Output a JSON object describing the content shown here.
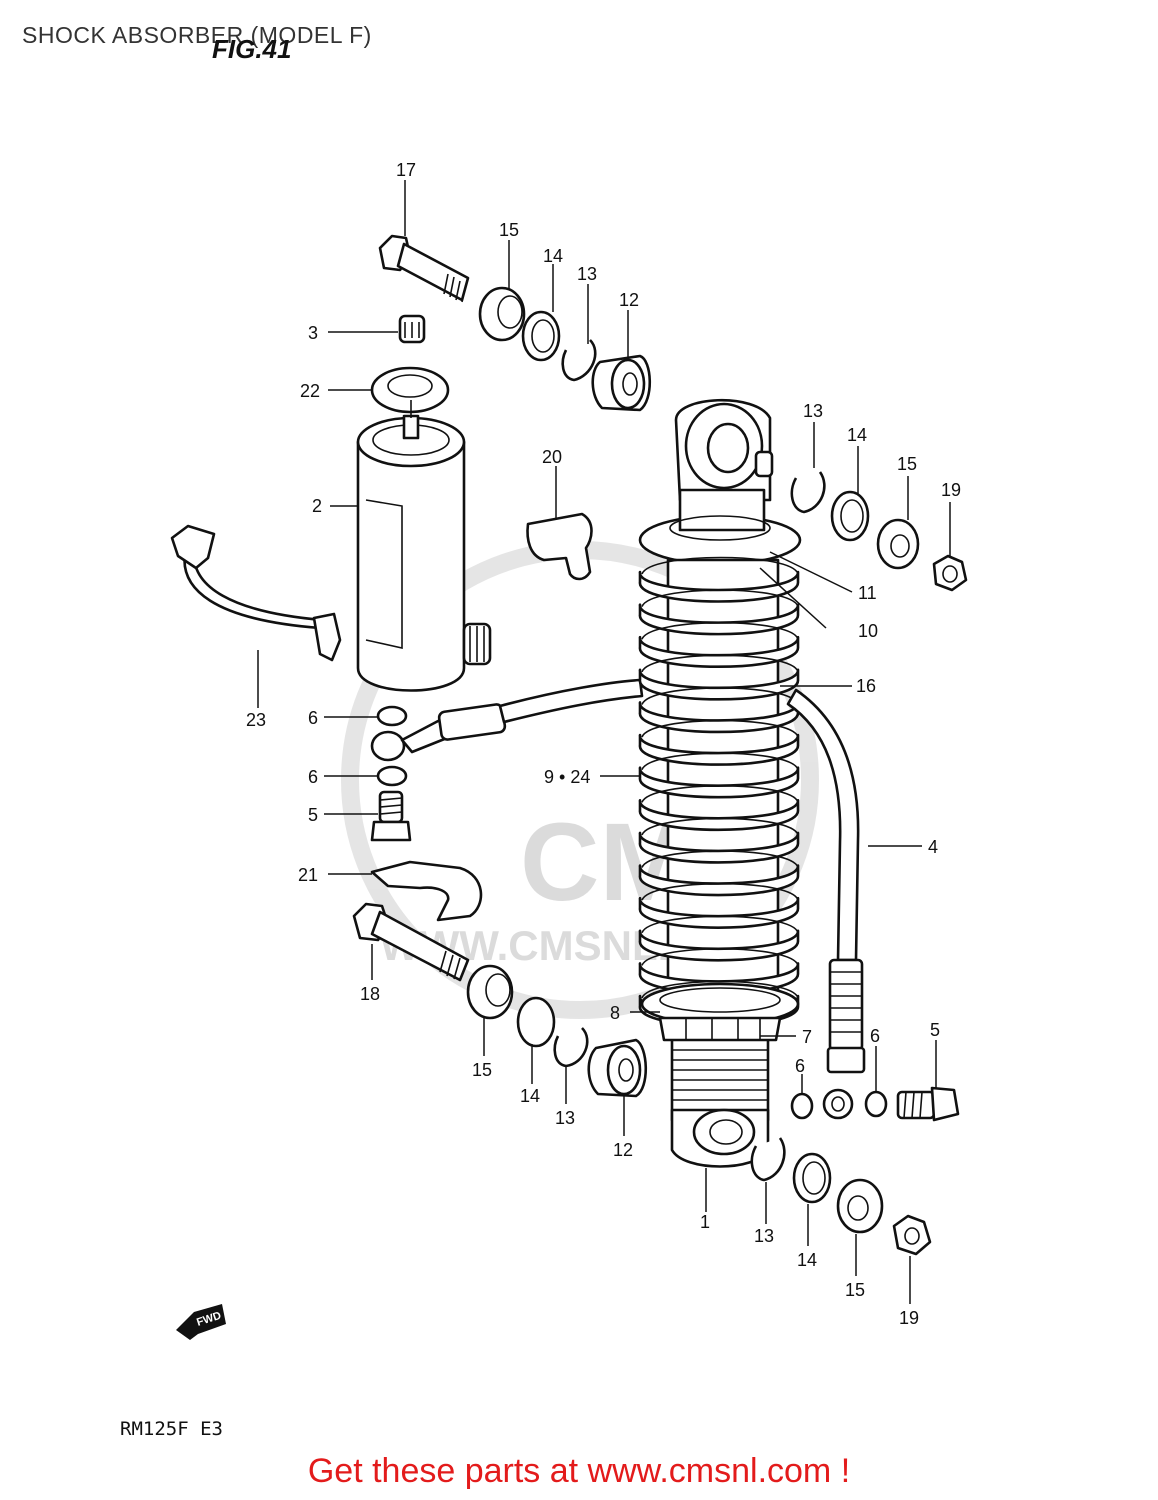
{
  "header": {
    "title": "SHOCK ABSORBER (MODEL F)",
    "fig_label": "FIG.41"
  },
  "footer": {
    "model_code": "RM125F E3",
    "cta": "Get these parts at www.cmsnl.com !"
  },
  "watermark": {
    "brand": "CMS",
    "url": "WWW.CMSNL.COM"
  },
  "direction_tag": "FWD",
  "callouts": {
    "c1": "1",
    "c2": "2",
    "c3": "3",
    "c4": "4",
    "c5a": "5",
    "c5b": "5",
    "c6a": "6",
    "c6b": "6",
    "c6c": "6",
    "c6d": "6",
    "c7": "7",
    "c8": "8",
    "c9_24": "9 • 24",
    "c10": "10",
    "c11": "11",
    "c12a": "12",
    "c12b": "12",
    "c13a": "13",
    "c13b": "13",
    "c13c": "13",
    "c13d": "13",
    "c14a": "14",
    "c14b": "14",
    "c14c": "14",
    "c14d": "14",
    "c15a": "15",
    "c15b": "15",
    "c15c": "15",
    "c15d": "15",
    "c16": "16",
    "c17": "17",
    "c18": "18",
    "c19a": "19",
    "c19b": "19",
    "c20": "20",
    "c21": "21",
    "c22": "22",
    "c23": "23"
  },
  "colors": {
    "line": "#111111",
    "cta": "#e31b1b",
    "watermark": "#d8d8d8"
  }
}
